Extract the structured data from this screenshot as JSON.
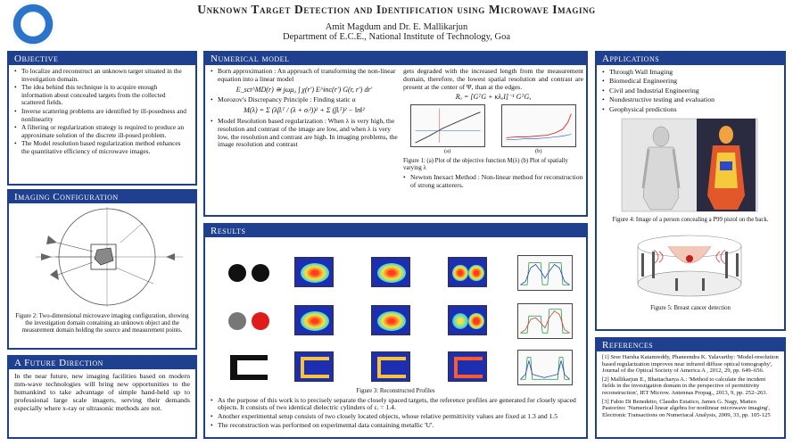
{
  "header": {
    "title": "Unknown Target Detection and Identification using Microwave Imaging",
    "authors": "Amit Magdum and Dr. E. Mallikarjun",
    "affiliation": "Department of E.C.E., National Institute of Technology, Goa"
  },
  "objective": {
    "title": "Objective",
    "items": [
      "To localize and reconstruct an unknown target situated in the investigation domain.",
      "The idea behind this technique is to acquire enough information about concealed targets from the collected scattered fields.",
      "Inverse scattering problems are identified by ill-posedness and nonlinearity",
      "A filtering or regularization strategy is required to produce an approximate solution of the discrete ill-posed problem.",
      "The Model resolution based regularization method enhances the quantitative efficiency of microwave images."
    ]
  },
  "imaging": {
    "title": "Imaging Configuration",
    "caption": "Figure 2: Two-dimensional microwave imaging configuration, showing the investigation domain containing an unknown object and the measurement domain holding the source and measurement points."
  },
  "future": {
    "title": "A Future Direction",
    "text": "In the near future, new imaging facilities based on modern mm-wave technologies will bring new opportunities to the humankind to take advantage of simple hand-held up to professional large scale imagers, serving their demands especially where x-ray or ultrasonic methods are not."
  },
  "numerical": {
    "title": "Numerical model",
    "col1": {
      "item1": "Born approximation : An approach of transforming the non-linear equation into a linear model",
      "eq1": "E_sct^MD(r) ≅ jωμ₀ ∫ χ(r′) E^inc(r′) G(r, r′) dr′",
      "item2": "Morozov's Discrepancy Principle : Finding static α",
      "eq2": "M(λ) = Σ (λβᵢᵀ / (λ + σᵢ²))² + Σ (βᵢᵀ)² − ‖n‖²",
      "item3": "Model Resolution based regularization : When λ is very high, the resolution and contrast of the image are low, and when λ is very low, the resolution and contrast are high. In imaging problems, the image resolution and contrast"
    },
    "col2": {
      "text": "gets degraded with the increased length from the measurement domain, therefore, the lowest spatial resolution and contrast are present at the center of Ψ, than at the edges.",
      "eq": "Rₐ = [GᵀG + κλₐI]⁻¹ GᵀG,",
      "label_a": "(a)",
      "label_b": "(b)",
      "caption": "Figure 1: (a) Plot of the objective function M(λ) (b) Plot of spatially varying λ",
      "item": "Newton Inexact Method : Non-linear method for reconstruction of strong scatterers."
    }
  },
  "applications": {
    "title": "Applications",
    "items": [
      "Through Wall Imaging",
      "Biomedical Engineering",
      "Civil and Industrial Engineering",
      "Nondestructive testing and evaluation",
      "Geophysical predictions"
    ],
    "caption4": "Figure 4: Image of a person concealing a P99 pistol on the back.",
    "caption5": "Figure 5: Breast cancer detection"
  },
  "results": {
    "title": "Results",
    "caption": "Figure 3: Reconstructed Profiles",
    "items": [
      "As the purpose of this work is to precisely separate the closely spaced targets, the reference profiles are generated for closely spaced objects. It consists of two identical dielectric cylinders of εᵣ = 1.4.",
      "Another experimental setup consists of two closely located objects, whose relative permittivity values are fixed at 1.3 and 1.5",
      "The reconstruction was performed on experimental data containing metallic 'U'."
    ]
  },
  "references": {
    "title": "References",
    "items": [
      "[1] Sree Harsha Katamreddy, Phaneendra K. Yalavarthy: 'Model-resolution based regularization improves near infrared diffuse optical tomography', Journal of the Optical Society of America A , 2012, 29, pp. 649–656.",
      "[2] Mallikarjun E., Bhattacharya A.: 'Method to calculate the incident fields in the investigation domain in the perspective of permittivity reconstruction', IET Microw. Antennas Propag., 2013, 9, pp. 252–263.",
      "[3] Fabio Di Benedetto, Claudio Estatico, James G. Nagy, Matteo Pastorino: 'Numerical linear algebra for nonlinear microwave imaging', Electronic Transactions on Numeriacal Analysis, 2009, 33, pp. 105-125"
    ]
  },
  "colors": {
    "panel_header": "#1f3f8f",
    "panel_border": "#1f3f8f"
  }
}
